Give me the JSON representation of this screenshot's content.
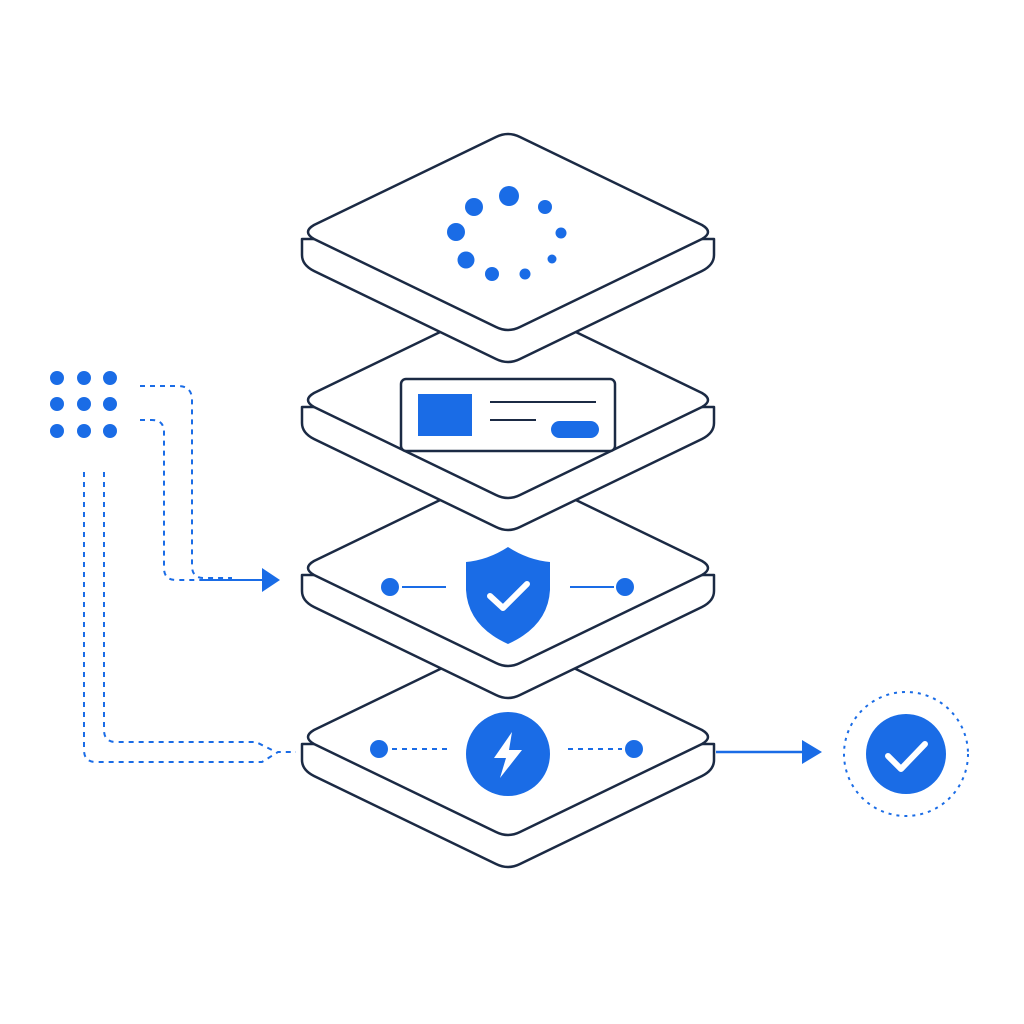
{
  "colors": {
    "background": "#ffffff",
    "outline": "#1b2a44",
    "accent": "#1a6ce6",
    "plate_fill": "#ffffff"
  },
  "diagram": {
    "layers": [
      {
        "name": "top",
        "icon": "loading-spinner-icon"
      },
      {
        "name": "second",
        "icon": "ui-card-icon"
      },
      {
        "name": "third",
        "icon": "shield-check-icon"
      },
      {
        "name": "bottom",
        "icon": "lightning-bolt-icon"
      }
    ],
    "source": {
      "icon": "dot-grid-icon",
      "count": 9
    },
    "output": {
      "icon": "check-circle-icon"
    }
  }
}
